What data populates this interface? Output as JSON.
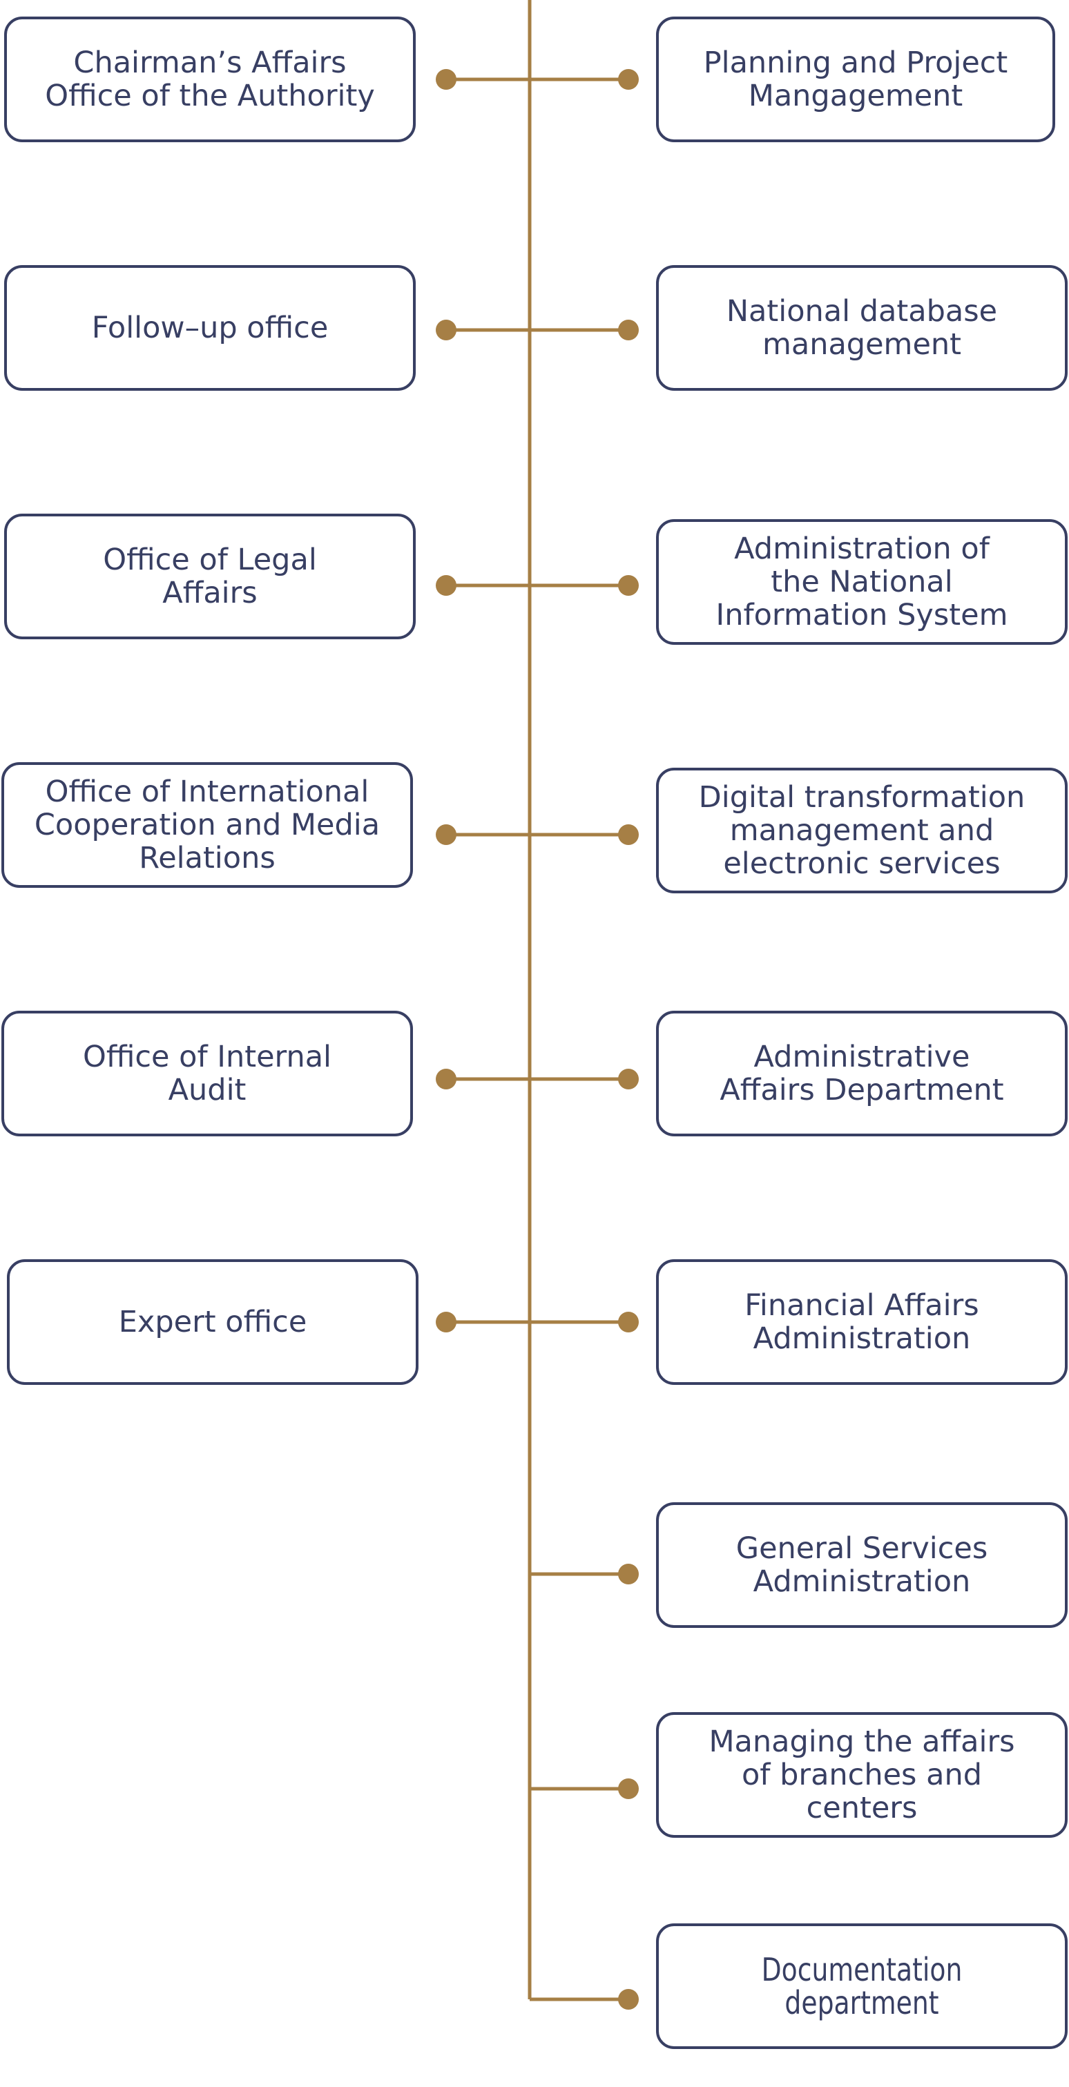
{
  "colors": {
    "box_border": "#383f63",
    "box_text": "#383f63",
    "connector": "#a67f45"
  },
  "left_boxes": [
    {
      "label": "Chairman’s Affairs\nOffice of the Authority"
    },
    {
      "label": "Follow–up office"
    },
    {
      "label": "Office of Legal\nAffairs"
    },
    {
      "label": "Office of International\nCooperation and Media\nRelations"
    },
    {
      "label": "Office of Internal\nAudit"
    },
    {
      "label": "Expert office"
    }
  ],
  "right_boxes": [
    {
      "label": "Planning and Project\nMangagement"
    },
    {
      "label": "National database\nmanagement"
    },
    {
      "label": "Administration of\nthe National\nInformation System"
    },
    {
      "label": "Digital transformation\nmanagement and\nelectronic services"
    },
    {
      "label": "Administrative\nAffairs Department"
    },
    {
      "label": "Financial Affairs\nAdministration"
    },
    {
      "label": "General Services\nAdministration"
    },
    {
      "label": "Managing the affairs\nof branches and\ncenters"
    },
    {
      "label": "Documentation department"
    }
  ]
}
